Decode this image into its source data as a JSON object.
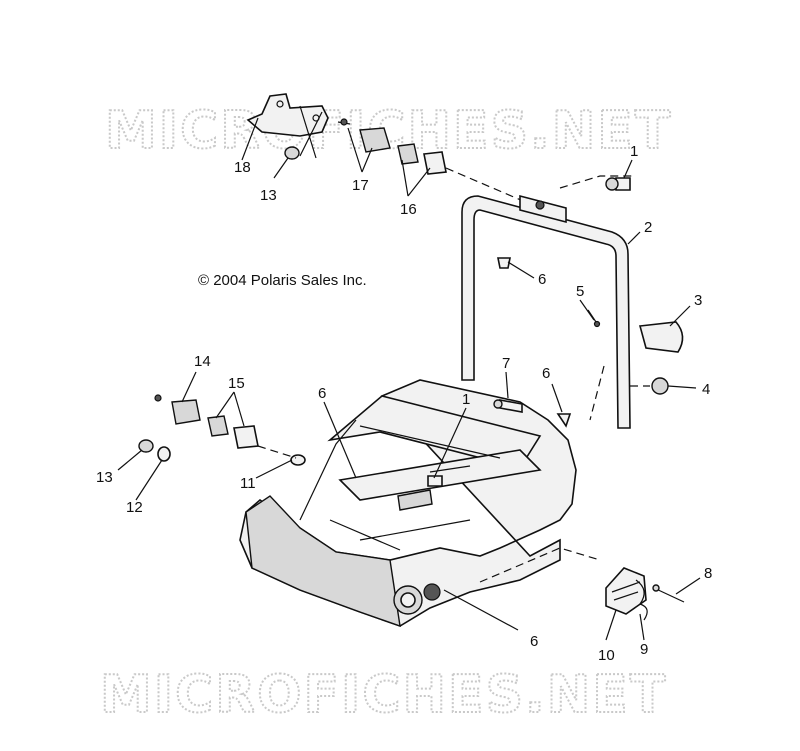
{
  "watermark": {
    "top": "MICROFICHES.NET",
    "bottom": "MICROFICHES.NET"
  },
  "copyright": "© 2004 Polaris Sales Inc.",
  "callouts": [
    {
      "id": "c1a",
      "label": "1"
    },
    {
      "id": "c2",
      "label": "2"
    },
    {
      "id": "c3",
      "label": "3"
    },
    {
      "id": "c4",
      "label": "4"
    },
    {
      "id": "c5",
      "label": "5"
    },
    {
      "id": "c6a",
      "label": "6"
    },
    {
      "id": "c6b",
      "label": "6"
    },
    {
      "id": "c6c",
      "label": "6"
    },
    {
      "id": "c6d",
      "label": "6"
    },
    {
      "id": "c7",
      "label": "7"
    },
    {
      "id": "c1b",
      "label": "1"
    },
    {
      "id": "c8",
      "label": "8"
    },
    {
      "id": "c9",
      "label": "9"
    },
    {
      "id": "c10",
      "label": "10"
    },
    {
      "id": "c11",
      "label": "11"
    },
    {
      "id": "c12",
      "label": "12"
    },
    {
      "id": "c13a",
      "label": "13"
    },
    {
      "id": "c13b",
      "label": "13"
    },
    {
      "id": "c14",
      "label": "14"
    },
    {
      "id": "c15",
      "label": "15"
    },
    {
      "id": "c16",
      "label": "16"
    },
    {
      "id": "c17",
      "label": "17"
    },
    {
      "id": "c18",
      "label": "18"
    }
  ]
}
